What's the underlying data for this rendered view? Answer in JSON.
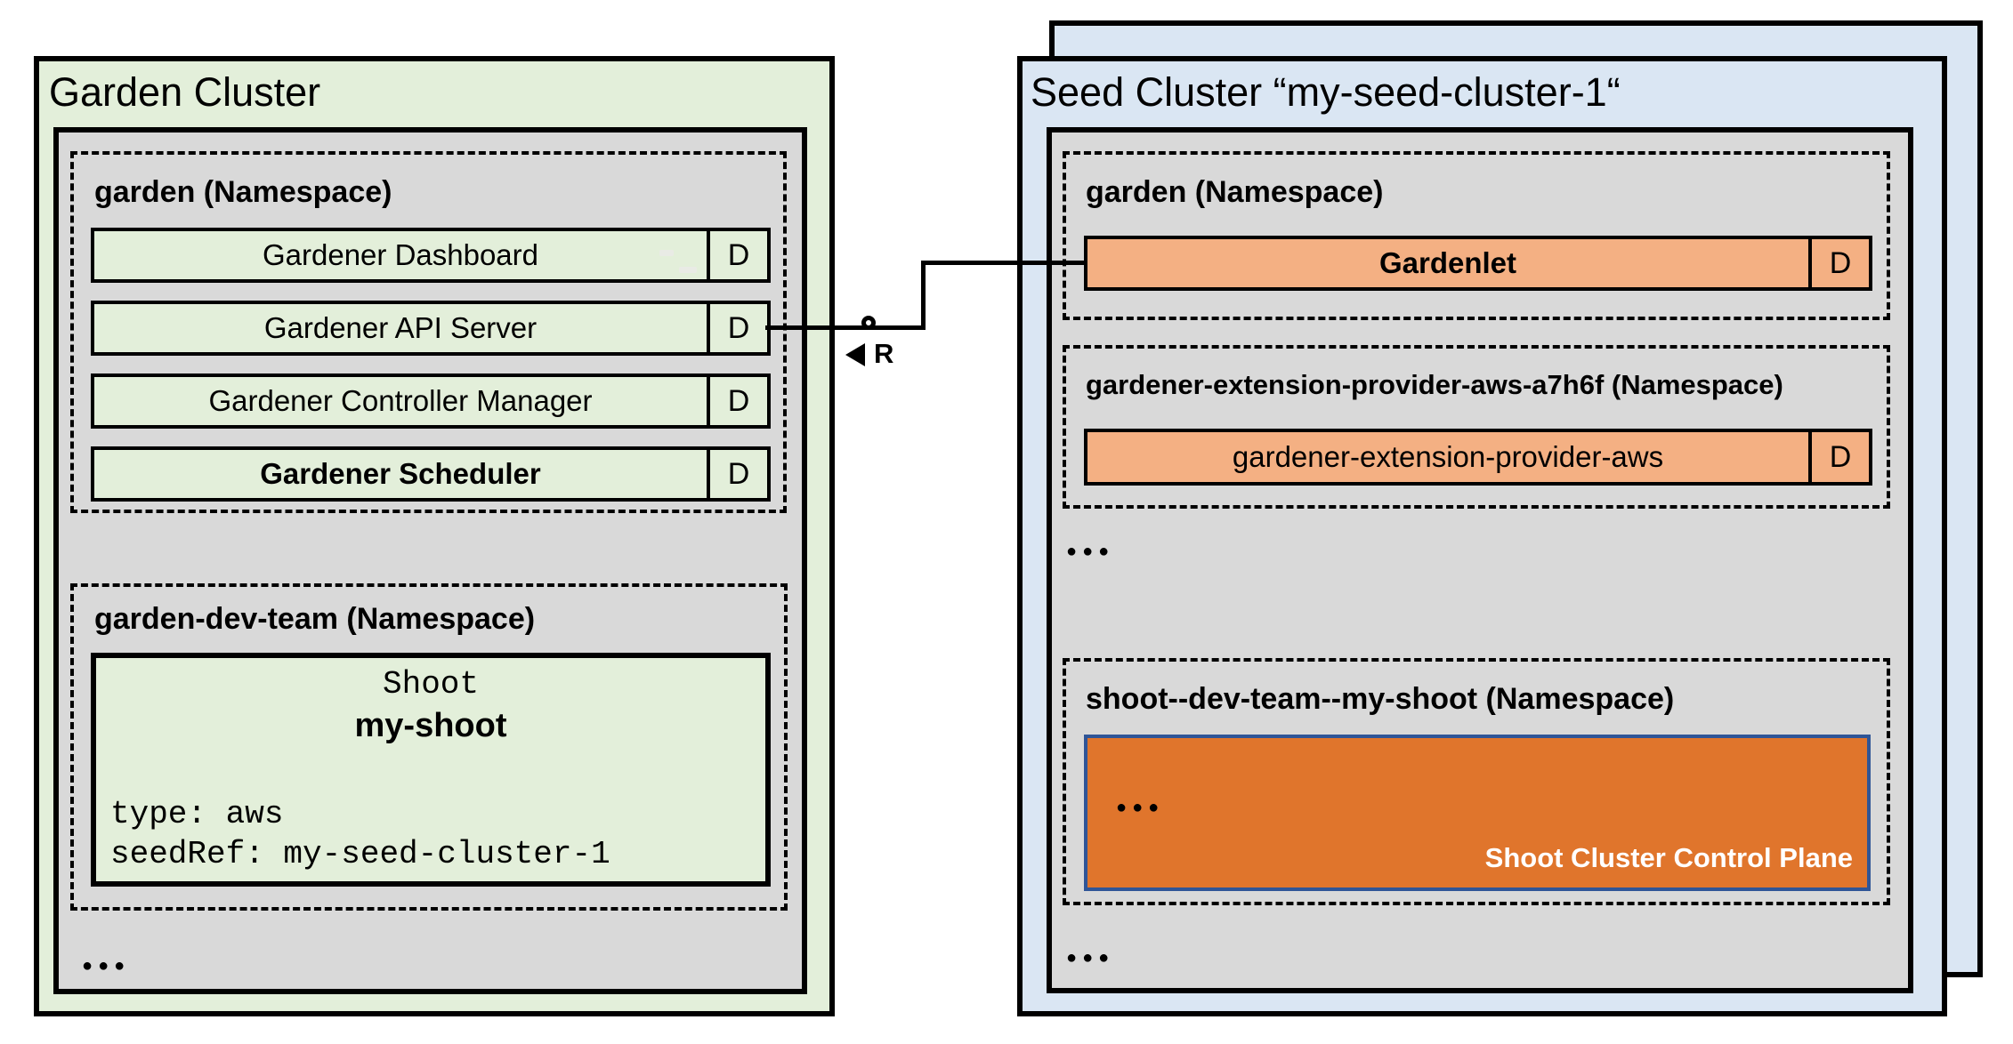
{
  "garden_cluster": {
    "title": "Garden Cluster",
    "garden_namespace": {
      "label": "garden (Namespace)",
      "components": [
        {
          "name": "Gardener Dashboard",
          "badge": "D"
        },
        {
          "name": "Gardener API Server",
          "badge": "D"
        },
        {
          "name": "Gardener Controller Manager",
          "badge": "D"
        },
        {
          "name": "Gardener Scheduler",
          "badge": "D"
        }
      ]
    },
    "dev_team_namespace": {
      "label": "garden-dev-team (Namespace)",
      "shoot": {
        "kind": "Shoot",
        "name": "my-shoot",
        "spec_lines": [
          "type: aws",
          "seedRef: my-seed-cluster-1"
        ]
      }
    },
    "ellipsis": "●●●"
  },
  "seed_cluster": {
    "title": "Seed Cluster “my-seed-cluster-1“",
    "garden_namespace": {
      "label": "garden (Namespace)",
      "components": [
        {
          "name": "Gardenlet",
          "badge": "D"
        }
      ]
    },
    "extension_namespace": {
      "label": "gardener-extension-provider-aws-a7h6f (Namespace)",
      "components": [
        {
          "name": "gardener-extension-provider-aws",
          "badge": "D"
        }
      ]
    },
    "ellipsis_middle": "●●●",
    "shoot_namespace": {
      "label": "shoot--dev-team--my-shoot (Namespace)",
      "control_plane": {
        "ellipsis": "●●●",
        "label": "Shoot Cluster Control Plane"
      }
    },
    "ellipsis_bottom": "●●●"
  },
  "connector": {
    "label": "R"
  },
  "palette": {
    "garden_cluster_bg": "#e3efda",
    "seed_cluster_bg": "#dae6f3",
    "panel_bg": "#d9d9d9",
    "component_green": "#e3efda",
    "component_orange": "#f4b083",
    "control_plane_bg": "#e0752c",
    "control_plane_border": "#2f5597",
    "line_color": "#000000"
  }
}
